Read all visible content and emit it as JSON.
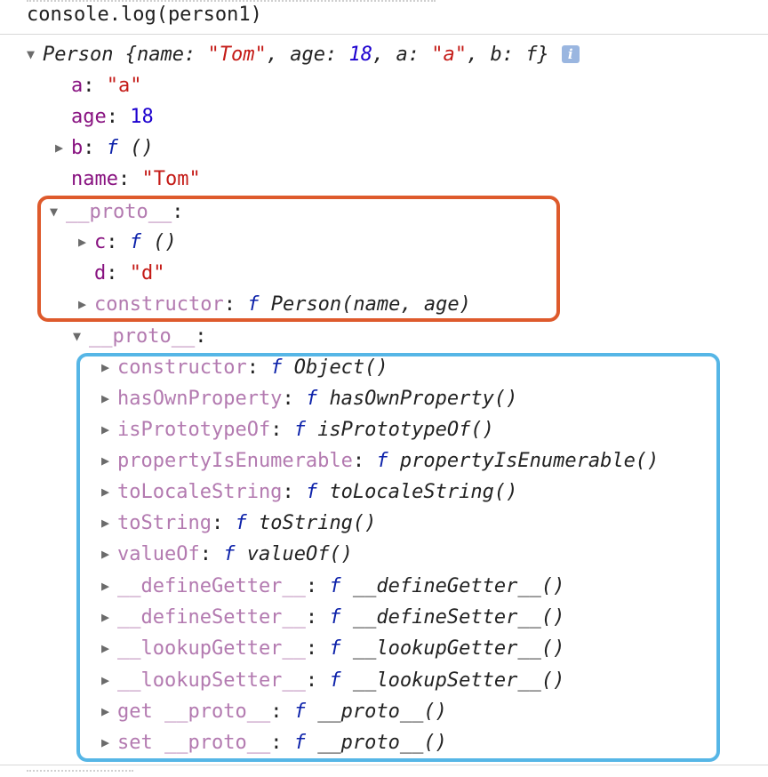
{
  "command": "console.log(person1)",
  "summary": {
    "class_name": "Person",
    "open_brace": "{",
    "close_brace": "}",
    "name_key": "name",
    "name_val": "\"Tom\"",
    "age_key": "age",
    "age_val": "18",
    "a_key": "a",
    "a_val": "\"a\"",
    "b_key": "b",
    "b_val": "f",
    "info_icon": "i"
  },
  "own_props": {
    "a": {
      "key": "a",
      "value": "\"a\""
    },
    "age": {
      "key": "age",
      "value": "18"
    },
    "b": {
      "key": "b",
      "f": "f",
      "value": "()"
    },
    "name": {
      "key": "name",
      "value": "\"Tom\""
    }
  },
  "proto1": {
    "key": "__proto__",
    "c": {
      "key": "c",
      "f": "f",
      "value": "()"
    },
    "d": {
      "key": "d",
      "value": "\"d\""
    },
    "constructor": {
      "key": "constructor",
      "f": "f",
      "value": "Person(name, age)"
    }
  },
  "proto2": {
    "key": "__proto__",
    "items": [
      {
        "key": "constructor",
        "f": "f",
        "value": "Object()"
      },
      {
        "key": "hasOwnProperty",
        "f": "f",
        "value": "hasOwnProperty()"
      },
      {
        "key": "isPrototypeOf",
        "f": "f",
        "value": "isPrototypeOf()"
      },
      {
        "key": "propertyIsEnumerable",
        "f": "f",
        "value": "propertyIsEnumerable()"
      },
      {
        "key": "toLocaleString",
        "f": "f",
        "value": "toLocaleString()"
      },
      {
        "key": "toString",
        "f": "f",
        "value": "toString()"
      },
      {
        "key": "valueOf",
        "f": "f",
        "value": "valueOf()"
      },
      {
        "key": "__defineGetter__",
        "f": "f",
        "value": "__defineGetter__()"
      },
      {
        "key": "__defineSetter__",
        "f": "f",
        "value": "__defineSetter__()"
      },
      {
        "key": "__lookupGetter__",
        "f": "f",
        "value": "__lookupGetter__()"
      },
      {
        "key": "__lookupSetter__",
        "f": "f",
        "value": "__lookupSetter__()"
      },
      {
        "key": "get __proto__",
        "f": "f",
        "value": "__proto__()"
      },
      {
        "key": "set __proto__",
        "f": "f",
        "value": "__proto__()"
      }
    ]
  },
  "colors": {
    "highlight_red": "#de5a2c",
    "highlight_blue": "#56b6e6"
  }
}
